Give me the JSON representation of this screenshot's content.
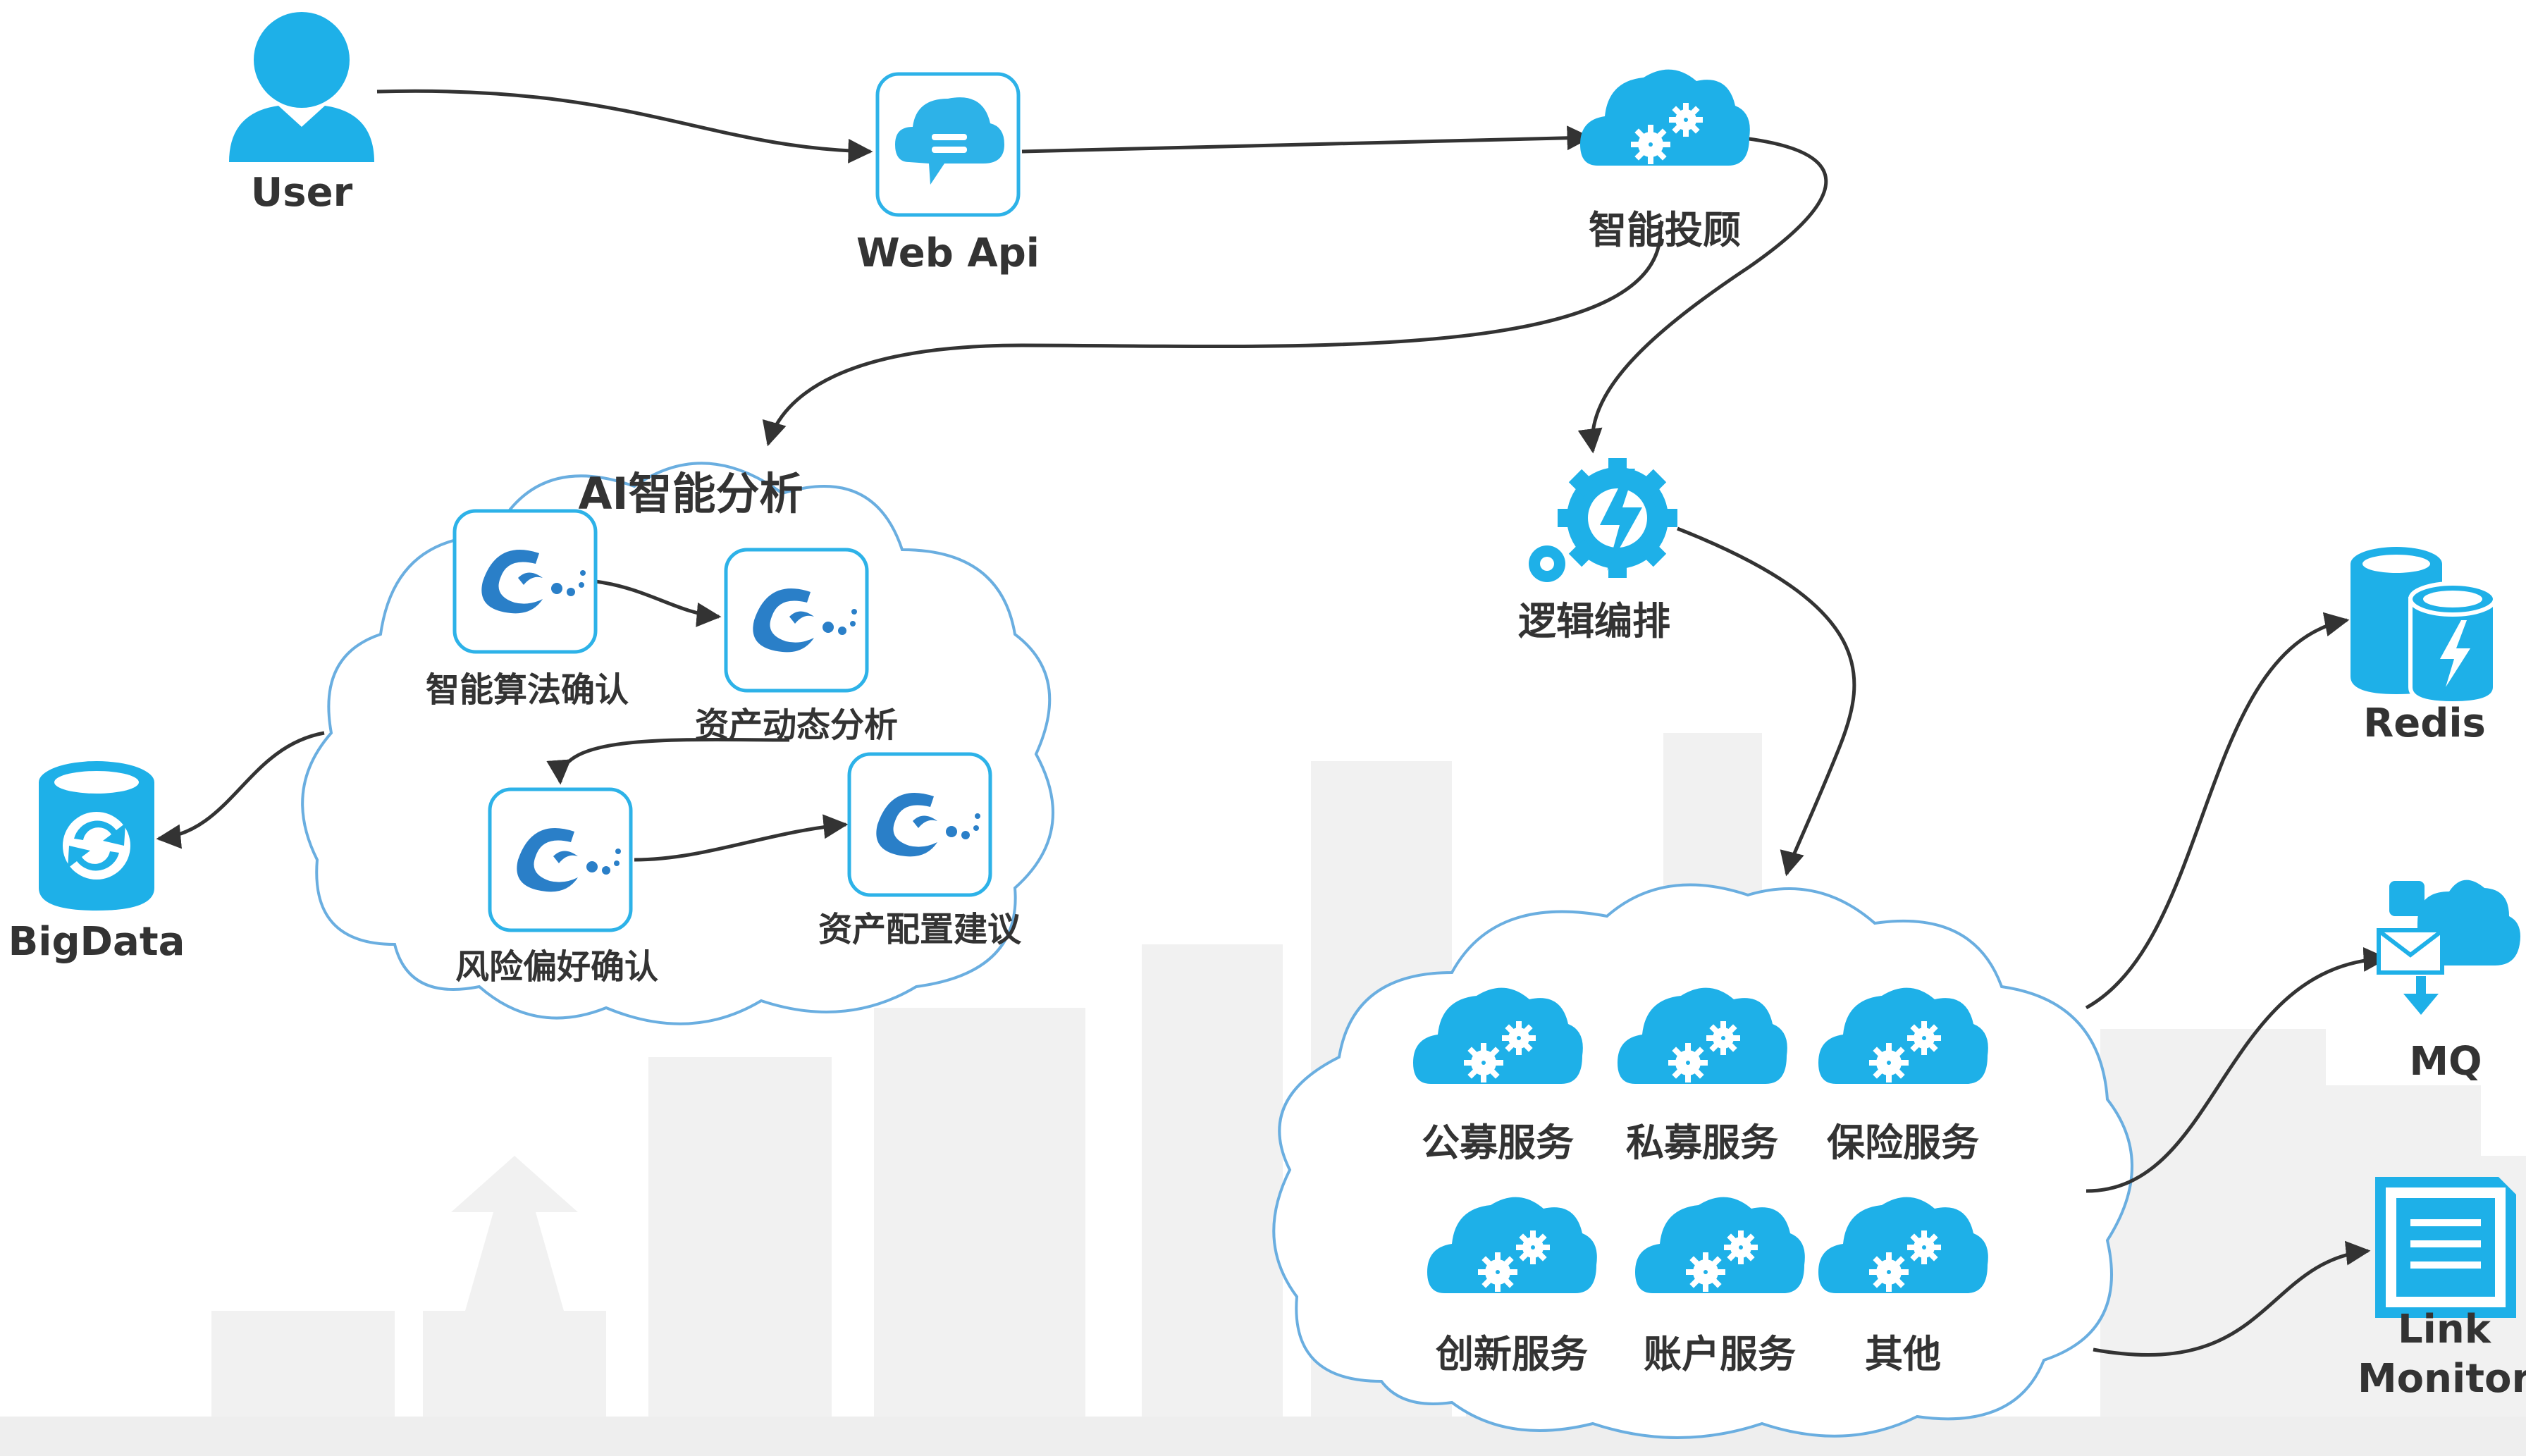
{
  "nodes": {
    "user": "User",
    "web_api": "Web Api",
    "robo_advisor": "智能投顾",
    "logic_orchestration": "逻辑编排",
    "bigdata": "BigData",
    "redis": "Redis",
    "mq": "MQ",
    "link_monitor_line1": "Link",
    "link_monitor_line2": "Monitor"
  },
  "ai_group": {
    "title": "AI智能分析",
    "steps": [
      "智能算法确认",
      "资产动态分析",
      "风险偏好确认",
      "资产配置建议"
    ]
  },
  "services": [
    "公募服务",
    "私募服务",
    "保险服务",
    "创新服务",
    "账户服务",
    "其他"
  ],
  "colors": {
    "icon_blue": "#1eb0e8",
    "cloud_outline": "#6aaee0",
    "text": "#333333",
    "edge": "#333333",
    "background_city": "#f1f1f1"
  },
  "icons": [
    "user-icon",
    "web-api-chat-cloud-icon",
    "gear-cloud-icon",
    "lightning-gear-icon",
    "database-sync-icon",
    "redis-database-icon",
    "mail-queue-icon",
    "document-monitor-icon",
    "ai-brain-icon"
  ]
}
